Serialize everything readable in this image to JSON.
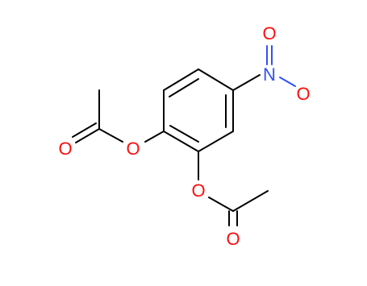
{
  "molecule": {
    "atoms": {
      "nitro_n": "N",
      "nitro_o_top": "O",
      "nitro_o_right": "O",
      "ester1_o": "O",
      "ester1_carbonyl_o": "O",
      "ester2_o": "O",
      "ester2_carbonyl_o": "O"
    },
    "colors": {
      "bond": "#000000",
      "nitrogen": "#3050f8",
      "oxygen": "#ff0d0d"
    }
  }
}
